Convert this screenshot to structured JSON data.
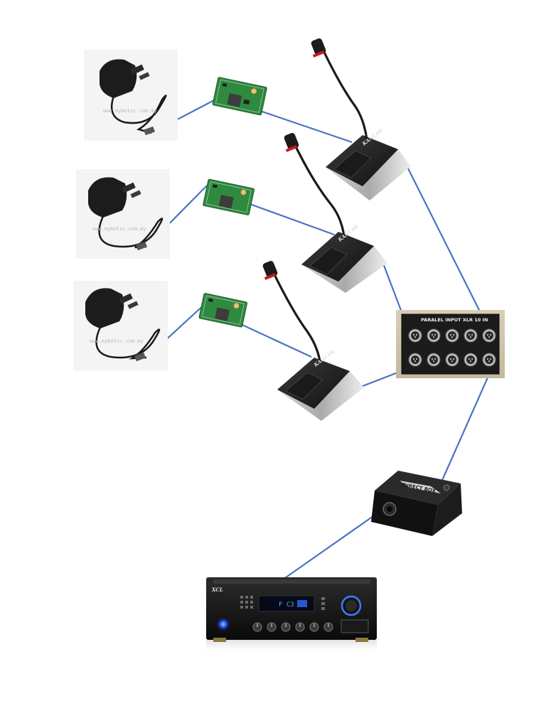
{
  "connection_color": "#4a73c4",
  "adapters": [
    {
      "watermark": "www.mybotic.com.my"
    },
    {
      "watermark": "www.mybotic.com.my"
    },
    {
      "watermark": "www.mybotic.com.my"
    }
  ],
  "microphones": [
    {
      "brand": "KANLAK"
    },
    {
      "brand": "KANLAK"
    },
    {
      "brand": "KANLAK"
    }
  ],
  "xlr_panel": {
    "title": "PARALEL INPUT XLR 10 IN"
  },
  "direct_box": {
    "label": "DIRECT BOX"
  },
  "amplifier": {
    "brand": "XCL",
    "display": "F C3"
  }
}
